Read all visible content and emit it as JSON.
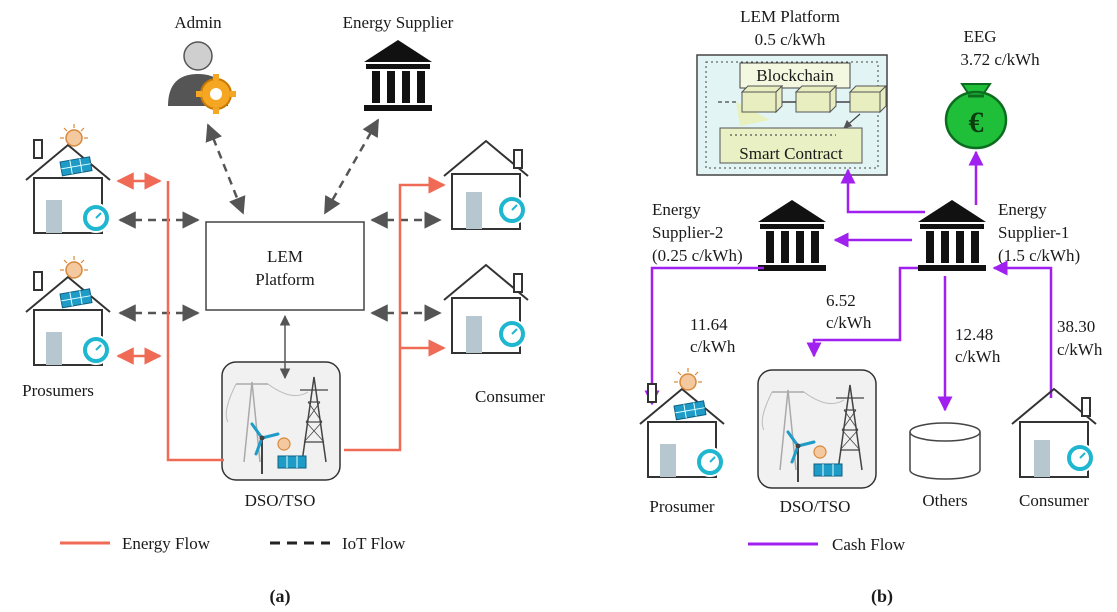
{
  "panel_a": {
    "nodes": {
      "admin": "Admin",
      "supplier": "Energy Supplier",
      "platform_line1": "LEM",
      "platform_line2": "Platform",
      "prosumers": "Prosumers",
      "consumer": "Consumer",
      "dso": "DSO/TSO"
    },
    "legend": {
      "energy": "Energy Flow",
      "iot": "IoT Flow"
    },
    "caption_prefix": "(",
    "caption_letter": "a",
    "caption_suffix": ")"
  },
  "panel_b": {
    "platform_title": "LEM Platform",
    "platform_price": "0.5 c/kWh",
    "blockchain": "Blockchain",
    "smart_contract": "Smart Contract",
    "eeg_title": "EEG",
    "eeg_price": "3.72 c/kWh",
    "euro_symbol": "€",
    "supplier1_line1": "Energy",
    "supplier1_line2": "Supplier-1",
    "supplier1_line3": "(1.5 c/kWh)",
    "supplier2_line1": "Energy",
    "supplier2_line2": "Supplier-2",
    "supplier2_line3": "(0.25 c/kWh)",
    "flow_prosumer_value": "11.64",
    "flow_dso_value": "6.52",
    "flow_others_value": "12.48",
    "flow_consumer_value": "38.30",
    "flow_unit": "c/kWh",
    "prosumer": "Prosumer",
    "dso": "DSO/TSO",
    "others": "Others",
    "consumer": "Consumer",
    "legend_cash": "Cash Flow",
    "caption_prefix": "(",
    "caption_letter": "b",
    "caption_suffix": ")"
  },
  "colors": {
    "energy_flow": "#ef6b55",
    "iot_flow": "#555555",
    "cash_flow": "#a020f0",
    "meter": "#1fb6cf",
    "solar": "#1e9bc7",
    "platform_fill": "#e3f4f4",
    "contract_fill": "#e8f0c4",
    "money_bag": "#1fbf3a"
  }
}
